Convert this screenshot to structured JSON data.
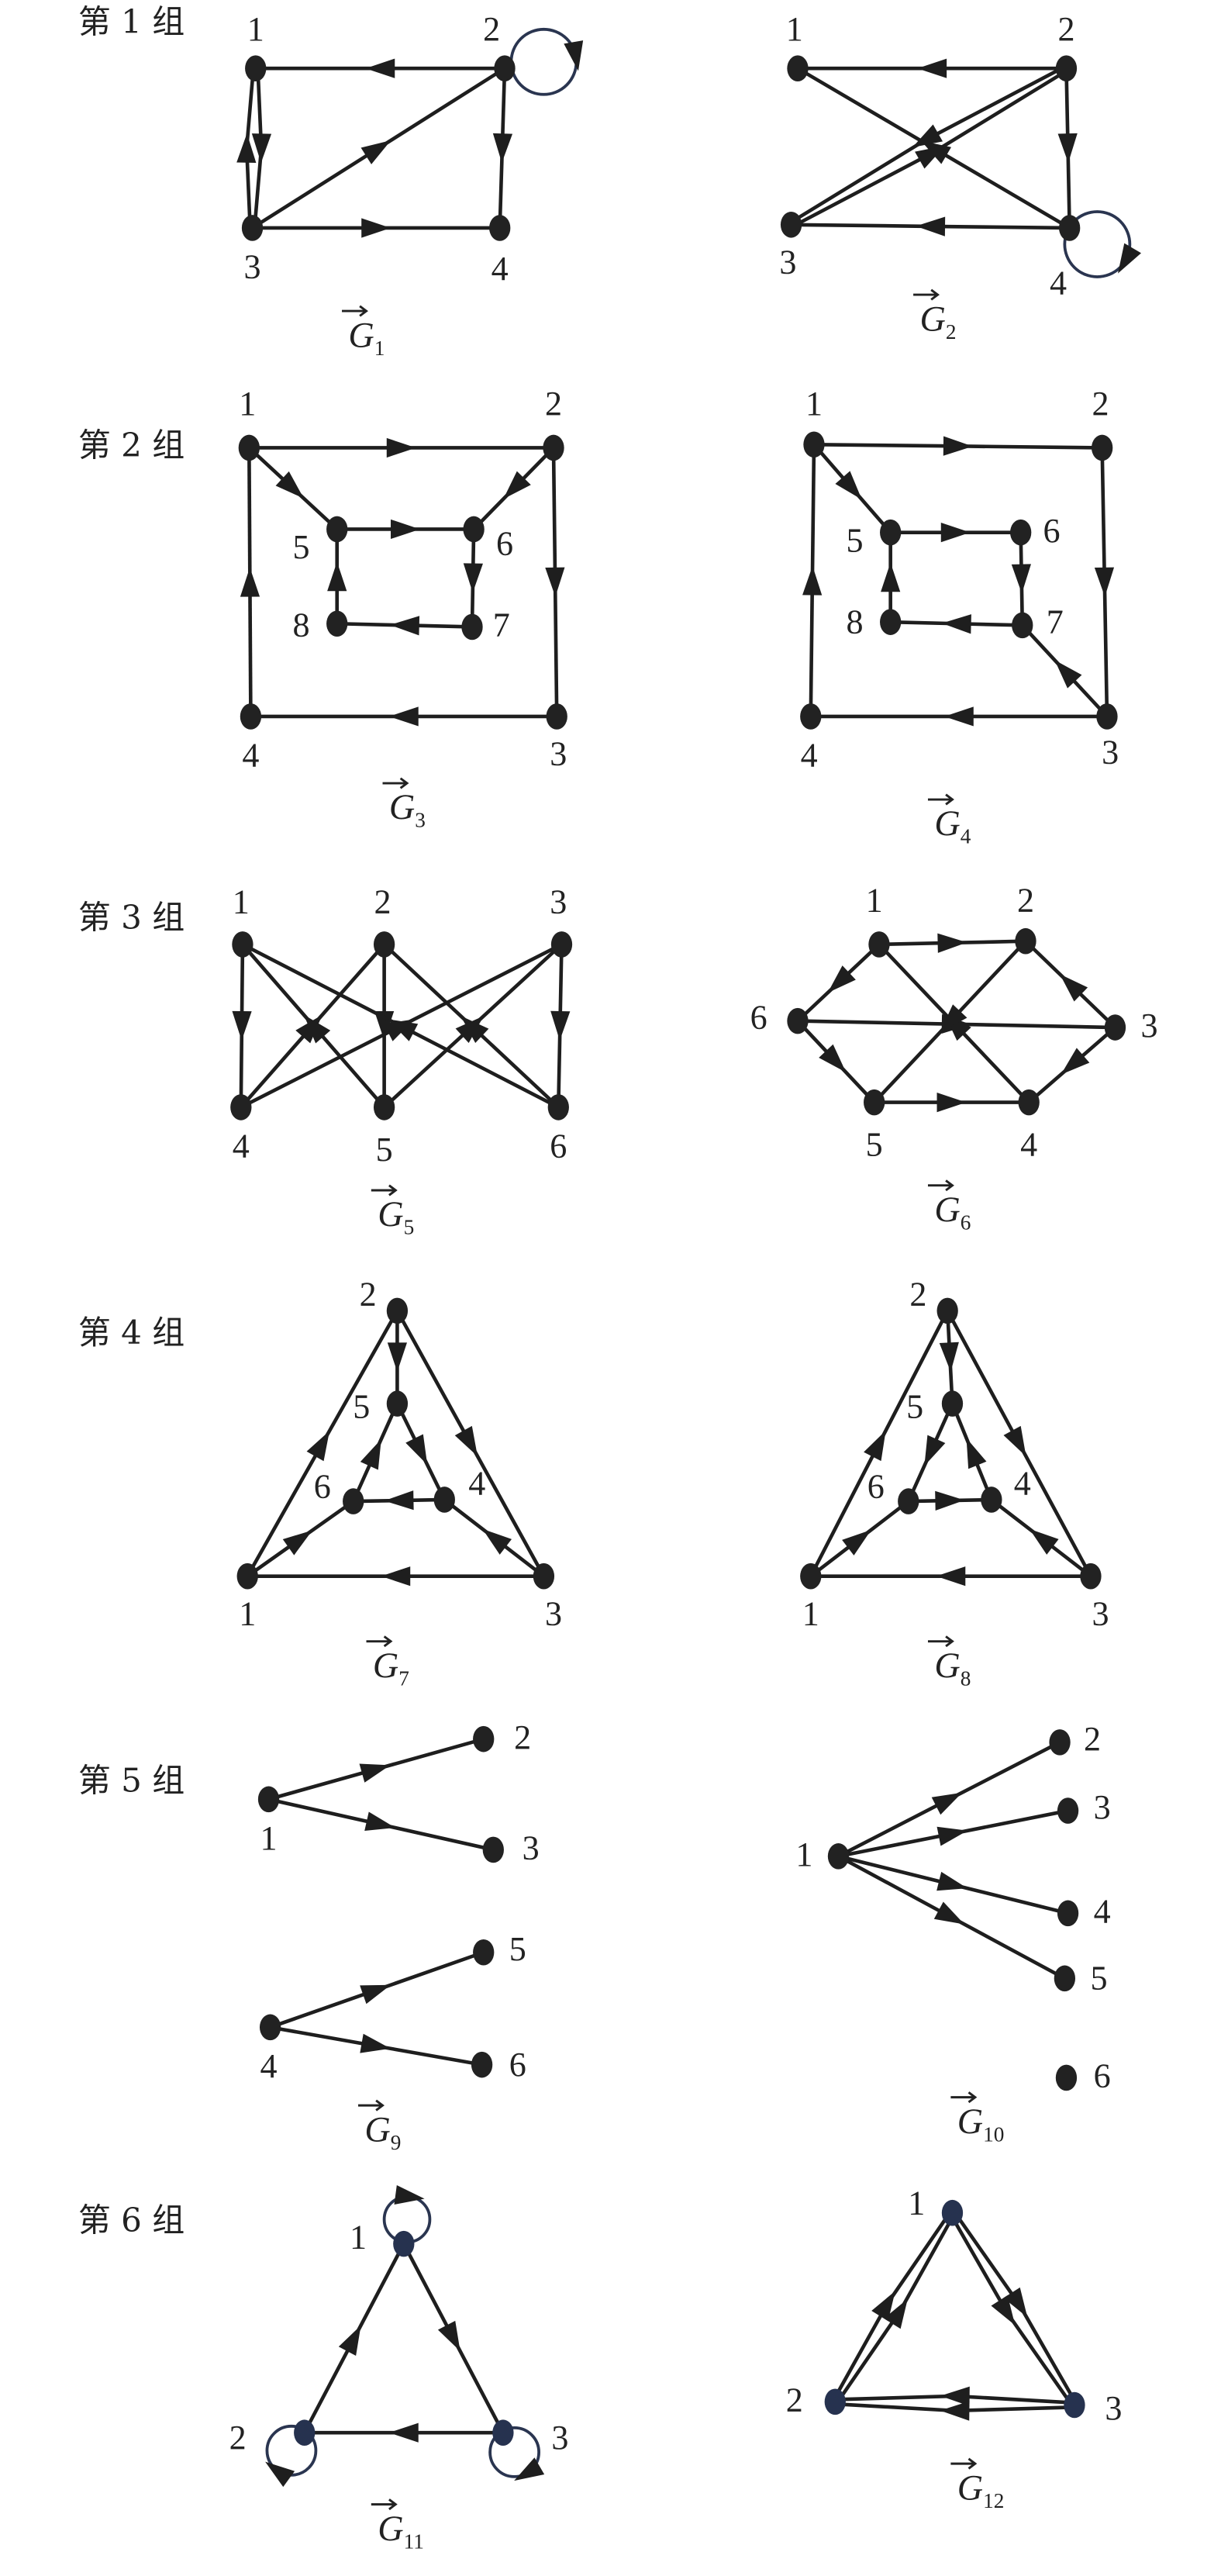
{
  "groups": [
    {
      "label": "第 1 组",
      "graphs": [
        {
          "id": "g1",
          "caption": {
            "symbol": "G",
            "subscript": "1"
          },
          "nodes": [
            "1",
            "2",
            "3",
            "4"
          ],
          "edges": [
            [
              2,
              1
            ],
            [
              1,
              3
            ],
            [
              3,
              1
            ],
            [
              3,
              2
            ],
            [
              2,
              4
            ],
            [
              3,
              4
            ]
          ],
          "loops": [
            2
          ]
        },
        {
          "id": "g2",
          "caption": {
            "symbol": "G",
            "subscript": "2"
          },
          "nodes": [
            "1",
            "2",
            "3",
            "4"
          ],
          "edges": [
            [
              2,
              1
            ],
            [
              2,
              4
            ],
            [
              4,
              1
            ],
            [
              3,
              2
            ],
            [
              2,
              3
            ],
            [
              4,
              3
            ]
          ],
          "loops": [
            4
          ]
        }
      ]
    },
    {
      "label": "第 2 组",
      "graphs": [
        {
          "id": "g3",
          "caption": {
            "symbol": "G",
            "subscript": "3"
          },
          "nodes": [
            "1",
            "2",
            "3",
            "4",
            "5",
            "6",
            "7",
            "8"
          ],
          "edges": [
            [
              1,
              2
            ],
            [
              1,
              5
            ],
            [
              2,
              6
            ],
            [
              5,
              6
            ],
            [
              6,
              7
            ],
            [
              7,
              8
            ],
            [
              8,
              5
            ],
            [
              2,
              3
            ],
            [
              3,
              4
            ],
            [
              4,
              1
            ]
          ],
          "loops": []
        },
        {
          "id": "g4",
          "caption": {
            "symbol": "G",
            "subscript": "4"
          },
          "nodes": [
            "1",
            "2",
            "3",
            "4",
            "5",
            "6",
            "7",
            "8"
          ],
          "edges": [
            [
              1,
              2
            ],
            [
              1,
              5
            ],
            [
              5,
              6
            ],
            [
              6,
              7
            ],
            [
              7,
              8
            ],
            [
              8,
              5
            ],
            [
              2,
              3
            ],
            [
              3,
              4
            ],
            [
              4,
              1
            ],
            [
              3,
              7
            ]
          ],
          "loops": []
        }
      ]
    },
    {
      "label": "第 3 组",
      "graphs": [
        {
          "id": "g5",
          "caption": {
            "symbol": "G",
            "subscript": "5"
          },
          "nodes": [
            "1",
            "2",
            "3",
            "4",
            "5",
            "6"
          ],
          "edges": [
            [
              1,
              4
            ],
            [
              2,
              5
            ],
            [
              3,
              6
            ],
            [
              6,
              1
            ],
            [
              5,
              1
            ],
            [
              4,
              2
            ],
            [
              4,
              3
            ],
            [
              6,
              2
            ],
            [
              5,
              3
            ]
          ],
          "loops": []
        },
        {
          "id": "g6",
          "caption": {
            "symbol": "G",
            "subscript": "6"
          },
          "nodes": [
            "1",
            "2",
            "3",
            "4",
            "5",
            "6"
          ],
          "edges": [
            [
              1,
              2
            ],
            [
              1,
              6
            ],
            [
              6,
              3
            ],
            [
              6,
              5
            ],
            [
              5,
              4
            ],
            [
              3,
              4
            ],
            [
              3,
              2
            ],
            [
              4,
              1
            ],
            [
              2,
              5
            ]
          ],
          "loops": []
        }
      ]
    },
    {
      "label": "第 4 组",
      "graphs": [
        {
          "id": "g7",
          "caption": {
            "symbol": "G",
            "subscript": "7"
          },
          "nodes": [
            "1",
            "2",
            "3",
            "4",
            "5",
            "6"
          ],
          "edges": [
            [
              1,
              2
            ],
            [
              2,
              5
            ],
            [
              2,
              3
            ],
            [
              5,
              4
            ],
            [
              4,
              6
            ],
            [
              6,
              5
            ],
            [
              1,
              6
            ],
            [
              3,
              4
            ],
            [
              3,
              1
            ]
          ],
          "loops": []
        },
        {
          "id": "g8",
          "caption": {
            "symbol": "G",
            "subscript": "8"
          },
          "nodes": [
            "1",
            "2",
            "3",
            "4",
            "5",
            "6"
          ],
          "edges": [
            [
              1,
              2
            ],
            [
              2,
              5
            ],
            [
              2,
              3
            ],
            [
              4,
              5
            ],
            [
              5,
              6
            ],
            [
              6,
              4
            ],
            [
              1,
              6
            ],
            [
              3,
              4
            ],
            [
              3,
              1
            ]
          ],
          "loops": []
        }
      ]
    },
    {
      "label": "第 5 组",
      "graphs": [
        {
          "id": "g9",
          "caption": {
            "symbol": "G",
            "subscript": "9"
          },
          "nodes": [
            "1",
            "2",
            "3",
            "4",
            "5",
            "6"
          ],
          "edges": [
            [
              1,
              2
            ],
            [
              1,
              3
            ],
            [
              4,
              5
            ],
            [
              4,
              6
            ]
          ],
          "loops": []
        },
        {
          "id": "g10",
          "caption": {
            "symbol": "G",
            "subscript": "10"
          },
          "nodes": [
            "1",
            "2",
            "3",
            "4",
            "5",
            "6"
          ],
          "edges": [
            [
              1,
              2
            ],
            [
              1,
              3
            ],
            [
              1,
              4
            ],
            [
              1,
              5
            ]
          ],
          "loops": []
        }
      ]
    },
    {
      "label": "第 6 组",
      "graphs": [
        {
          "id": "g11",
          "caption": {
            "symbol": "G",
            "subscript": "11"
          },
          "nodes": [
            "1",
            "2",
            "3"
          ],
          "edges": [
            [
              1,
              3
            ],
            [
              2,
              1
            ],
            [
              3,
              2
            ]
          ],
          "loops": [
            1,
            2,
            3
          ]
        },
        {
          "id": "g12",
          "caption": {
            "symbol": "G",
            "subscript": "12"
          },
          "nodes": [
            "1",
            "2",
            "3"
          ],
          "edges": [
            [
              2,
              1
            ],
            [
              2,
              1
            ],
            [
              1,
              3
            ],
            [
              1,
              3
            ],
            [
              3,
              2
            ],
            [
              3,
              2
            ]
          ],
          "loops": []
        }
      ]
    }
  ],
  "colors": {
    "edge": "#1e1e1e",
    "node": "#222222",
    "node_blue": "#26324f",
    "loop": "#2a3550"
  }
}
